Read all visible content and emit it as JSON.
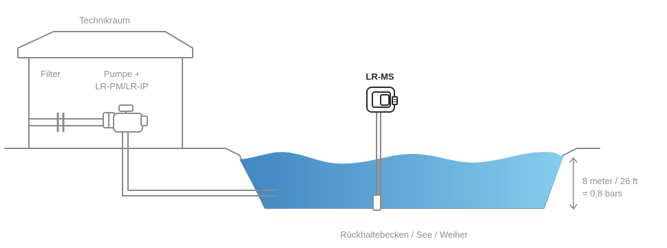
{
  "labels": {
    "technikraum": "Technikraum",
    "filter": "Filter",
    "pump_line1": "Pumpe +",
    "pump_line2": "LR-PM/LR-IP",
    "sensor": "LR-MS",
    "depth_line1": "8 meter / 26 ft",
    "depth_line2": "= 0,8 bars",
    "basin": "Rückhaltebecken / See / Weiher"
  },
  "colors": {
    "line": "#8a8a8a",
    "water_left": "#3f86c4",
    "water_right": "#85cdee",
    "device_border": "#2b2b2b"
  }
}
